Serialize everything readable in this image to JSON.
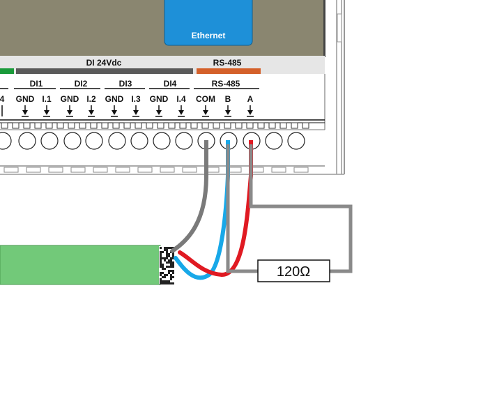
{
  "module": {
    "ethernet_label": "Ethernet",
    "di_bar_label": "DI 24Vdc",
    "rs485_bar_label": "RS-485"
  },
  "terminals": {
    "partial_label": "4",
    "groups": [
      {
        "title": "DI1",
        "pins": [
          "GND",
          "I.1"
        ]
      },
      {
        "title": "DI2",
        "pins": [
          "GND",
          "I.2"
        ]
      },
      {
        "title": "DI3",
        "pins": [
          "GND",
          "I.3"
        ]
      },
      {
        "title": "DI4",
        "pins": [
          "GND",
          "I.4"
        ]
      },
      {
        "title": "RS-485",
        "pins": [
          "COM",
          "B",
          "A"
        ]
      }
    ]
  },
  "resistor": {
    "label": "120Ω"
  },
  "colors": {
    "housing": "#8a8670",
    "ethernet_box": "#1e90d8",
    "di_bar": "#5a5a5a",
    "rs485_bar": "#d4602a",
    "green_accent": "#1a9a3a",
    "cable": "#72c979",
    "wire_com": "#7a7a7a",
    "wire_b": "#18a8e8",
    "wire_a": "#e01a22",
    "wire_term": "#8a8a8a"
  }
}
